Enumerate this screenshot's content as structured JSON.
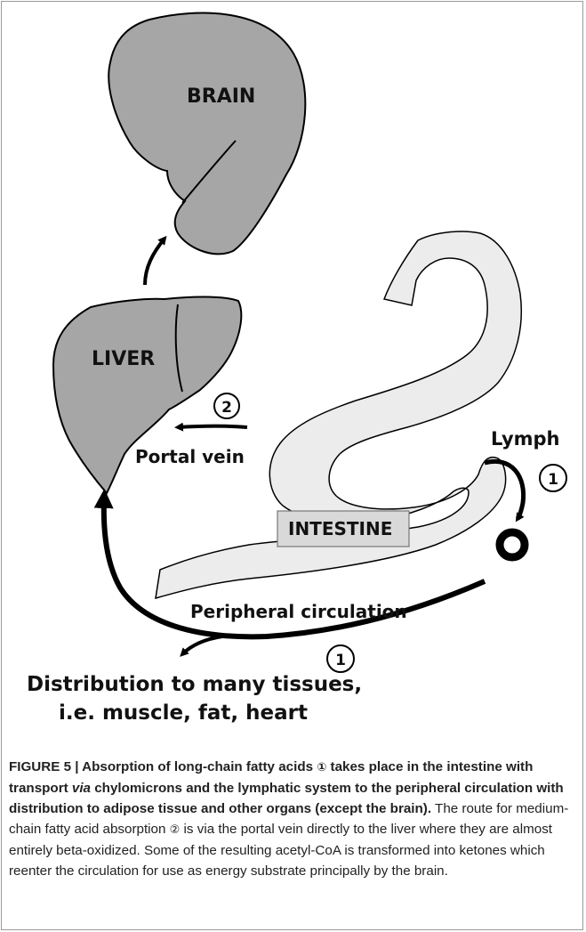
{
  "diagram": {
    "labels": {
      "brain": "BRAIN",
      "liver": "LIVER",
      "intestine": "INTESTINE",
      "lymph": "Lymph",
      "portal_vein": "Portal vein",
      "peripheral_circulation": "Peripheral circulation",
      "distribution_line1": "Distribution to many tissues,",
      "distribution_line2": "i.e. muscle, fat, heart"
    },
    "markers": {
      "route_1": "1",
      "route_2": "2"
    },
    "colors": {
      "organ_fill": "#a6a6a6",
      "intestine_fill": "#ececec",
      "intestine_label_bg": "#d9d9d9",
      "line": "#000000"
    }
  },
  "caption": {
    "figure_label": "FIGURE 5 |",
    "bold_1": " Absorption of long-chain fatty acids ",
    "marker_1": "①",
    "bold_2": " takes place in the intestine with transport ",
    "bold_italic": "via",
    "bold_3": " chylomicrons and the lymphatic system to the peripheral circulation with distribution to adipose tissue and other organs (except the brain).",
    "text_1": " The route for medium-chain fatty acid absorption ",
    "marker_2": "②",
    "text_2": " is via the portal vein directly to the liver where they are almost entirely beta-oxidized. Some of the resulting acetyl-CoA is transformed into ketones which reenter the circulation for use as energy substrate principally by the brain."
  }
}
